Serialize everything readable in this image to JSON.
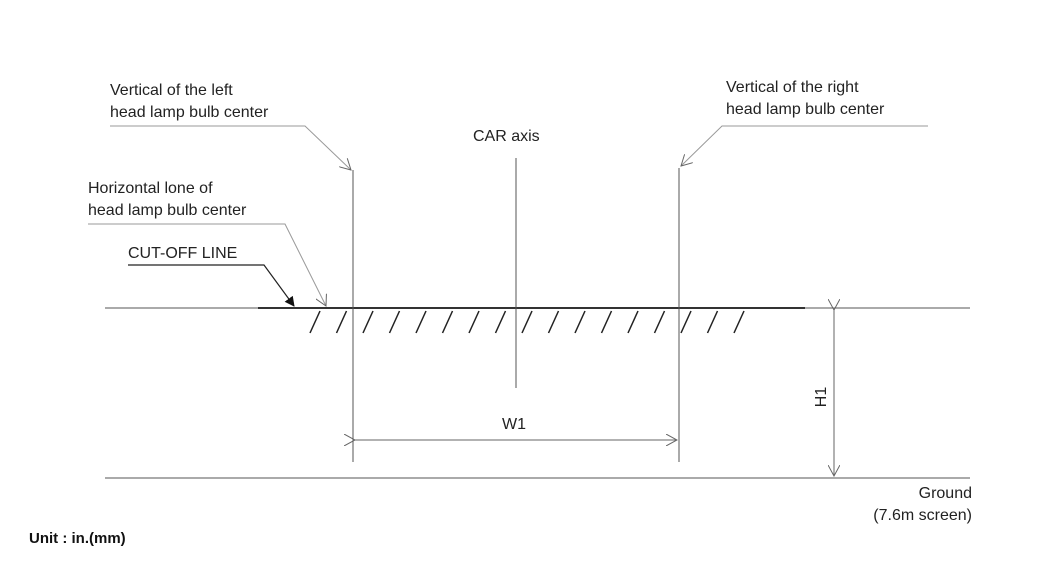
{
  "labels": {
    "left_vertical_line1": "Vertical of the left",
    "left_vertical_line2": "head lamp bulb center",
    "right_vertical_line1": "Vertical of the right",
    "right_vertical_line2": "head lamp bulb center",
    "car_axis": "CAR axis",
    "horizontal_line1": "Horizontal lone of",
    "horizontal_line2": "head lamp bulb center",
    "cutoff": "CUT-OFF LINE",
    "w1": "W1",
    "h1": "H1",
    "ground_line1": "Ground",
    "ground_line2": "(7.6m screen)",
    "unit": "Unit : in.(mm)"
  },
  "colors": {
    "line": "#555555",
    "leader": "#999999",
    "text": "#222222",
    "hatch": "#222222"
  }
}
